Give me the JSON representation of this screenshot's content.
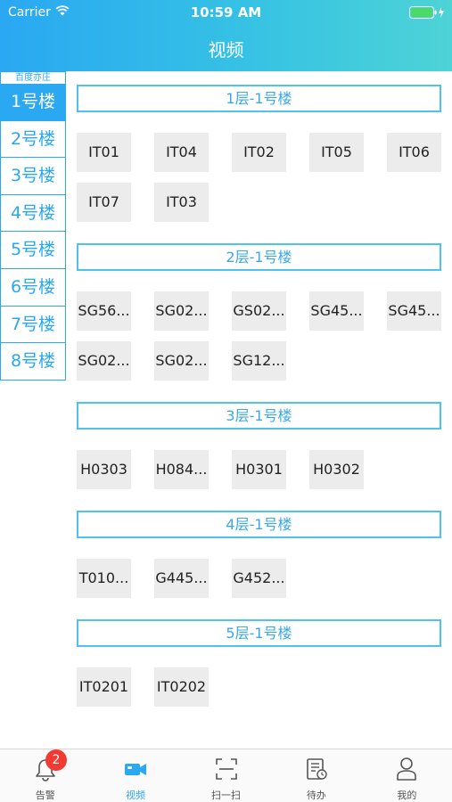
{
  "status_bar": {
    "carrier": "Carrier",
    "time": "10:59 AM"
  },
  "header": {
    "title": "视频"
  },
  "sidebar": {
    "campus": "百度亦庄",
    "buildings": [
      "1号楼",
      "2号楼",
      "3号楼",
      "4号楼",
      "5号楼",
      "6号楼",
      "7号楼",
      "8号楼"
    ],
    "active_index": 0
  },
  "floors": [
    {
      "title": "1层-1号楼",
      "cameras": [
        "IT01",
        "IT04",
        "IT02",
        "IT05",
        "IT06",
        "IT07",
        "IT03"
      ]
    },
    {
      "title": "2层-1号楼",
      "cameras": [
        "SG56...",
        "SG02...",
        "GS02...",
        "SG45...",
        "SG45...",
        "SG02...",
        "SG02...",
        "SG12..."
      ]
    },
    {
      "title": "3层-1号楼",
      "cameras": [
        "H0303",
        "H084...",
        "H0301",
        "H0302"
      ]
    },
    {
      "title": "4层-1号楼",
      "cameras": [
        "T010...",
        "G445...",
        "G452..."
      ]
    },
    {
      "title": "5层-1号楼",
      "cameras": [
        "IT0201",
        "IT0202"
      ]
    }
  ],
  "tabbar": {
    "alarm": {
      "label": "告警",
      "icon": "bell-icon",
      "badge": "2"
    },
    "video": {
      "label": "视频",
      "icon": "video-camera-icon"
    },
    "scan": {
      "label": "扫一扫",
      "icon": "scan-icon"
    },
    "todo": {
      "label": "待办",
      "icon": "todo-document-icon"
    },
    "mine": {
      "label": "我的",
      "icon": "user-icon"
    }
  },
  "colors": {
    "accent": "#2aa8f2",
    "badge": "#f03a32",
    "tile": "#ececec"
  }
}
